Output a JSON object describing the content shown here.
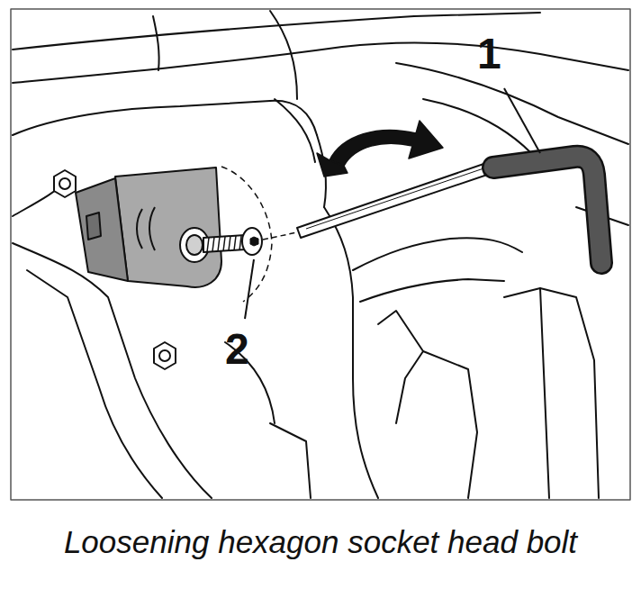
{
  "diagram": {
    "caption": "Loosening hexagon socket head bolt",
    "labels": [
      "1",
      "2"
    ]
  }
}
